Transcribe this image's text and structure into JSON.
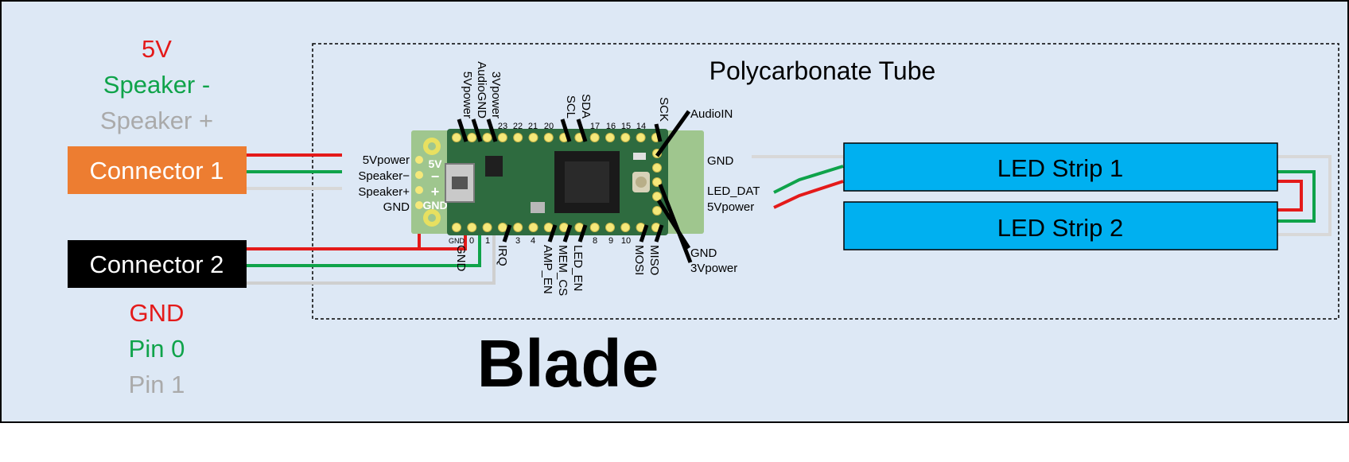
{
  "legend_top": {
    "line1": "5V",
    "line2": "Speaker -",
    "line3": "Speaker +"
  },
  "legend_bottom": {
    "line1": "GND",
    "line2": "Pin 0",
    "line3": "Pin 1"
  },
  "connector1": {
    "label": "Connector 1"
  },
  "connector2": {
    "label": "Connector 2"
  },
  "tube": {
    "label": "Polycarbonate Tube"
  },
  "blade": {
    "label": "Blade"
  },
  "led1": {
    "label": "LED Strip 1"
  },
  "led2": {
    "label": "LED Strip 2"
  },
  "board_left_pins": {
    "p1": "5Vpower",
    "p2": "Speaker−",
    "p3": "Speaker+",
    "p4": "GND"
  },
  "board_right_pins": {
    "p1": "GND",
    "p2": "LED_DAT",
    "p3": "5Vpower"
  },
  "top_pins": {
    "p5vpower": "5Vpower",
    "audiognd": "AudioGND",
    "p3vpower": "3Vpower",
    "scl": "SCL",
    "sda": "SDA",
    "sck": "SCK",
    "audioin": "AudioIN"
  },
  "bottom_pins": {
    "gnd": "GND",
    "irq": "IRQ",
    "amp_en": "AMP_EN",
    "mem_cs": "MEM_CS",
    "led_en": "LED_EN",
    "mosi": "MOSI",
    "miso": "MISO",
    "gnd_right": "GND",
    "p3vpower_right": "3Vpower"
  },
  "board_numbers": {
    "top": [
      "23",
      "22",
      "21",
      "20",
      "17",
      "16",
      "15",
      "14"
    ],
    "bottom": [
      "GND",
      "0",
      "1",
      "3",
      "4",
      "8",
      "9",
      "10"
    ]
  },
  "board_silkscreen": {
    "s5v": "5V",
    "sgnd": "GND",
    "splus": "+",
    "sminus": "−"
  },
  "colors": {
    "red": "#e41a1a",
    "green": "#0fa34a",
    "gray": "#aaaaaa",
    "orange": "#ed7d31",
    "blue": "#00b0f0",
    "background": "#dde8f5",
    "board": "#2e6b3f"
  }
}
